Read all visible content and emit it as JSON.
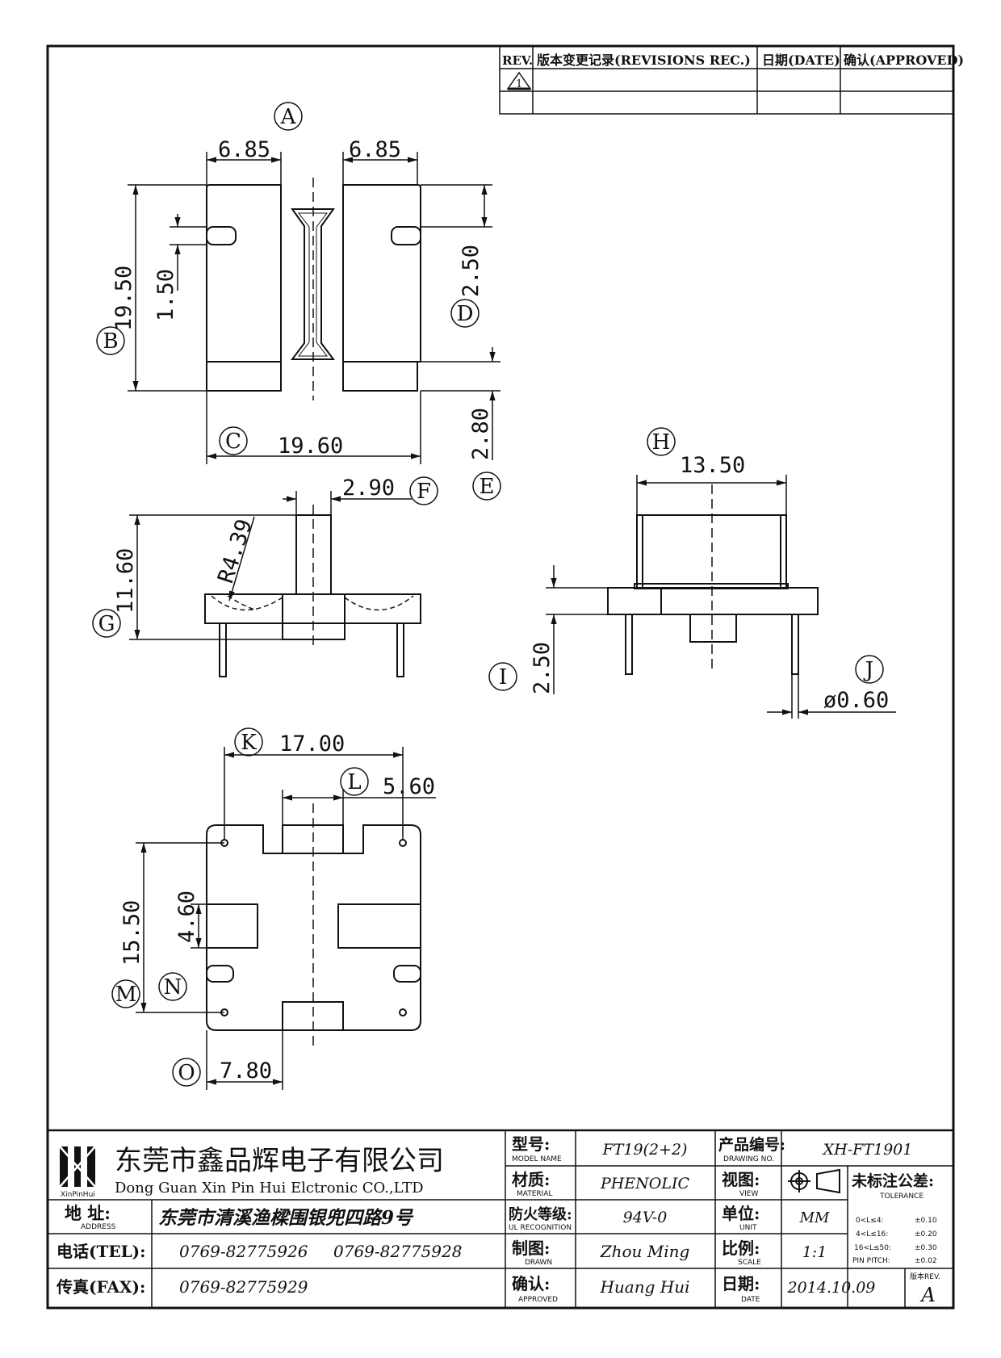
{
  "revision_table": {
    "rev_header": "REV.",
    "record_header": "版本变更记录(REVISIONS REC.)",
    "date_header": "日期(DATE)",
    "approved_header": "确认(APPROVED)",
    "row1_symbol": "1"
  },
  "views": {
    "top_view": {
      "circle_labels": [
        "A",
        "B",
        "C",
        "D",
        "E"
      ],
      "dims": {
        "left_width": "6.85",
        "right_width": "6.85",
        "height": "19.50",
        "slot_height": "1.50",
        "slot_offset": "2.50",
        "base_height": "2.80",
        "width": "19.60"
      }
    },
    "front_view": {
      "circle_labels": [
        "F",
        "G"
      ],
      "dims": {
        "shaft_width": "2.90",
        "radius": "R4.39",
        "height": "11.60"
      }
    },
    "side_view": {
      "circle_labels": [
        "H",
        "I",
        "J"
      ],
      "dims": {
        "top_width": "13.50",
        "flange_height": "2.50",
        "pin_diameter": "ø0.60"
      }
    },
    "bottom_view": {
      "circle_labels": [
        "K",
        "L",
        "M",
        "N",
        "O"
      ],
      "dims": {
        "pin_span": "17.00",
        "center_width": "5.60",
        "height": "15.50",
        "window_height": "4.60",
        "offset": "7.80"
      }
    }
  },
  "title_block": {
    "company_cn": "东莞市鑫品辉电子有限公司",
    "company_en": "Dong Guan Xin Pin Hui Elctronic CO.,LTD",
    "logo_text": "XinPinHui",
    "address_label": "地 址:",
    "address_label_en": "ADDRESS",
    "address": "东莞市清溪渔樑围银兜四路9号",
    "tel_label": "电话(TEL):",
    "tel1": "0769-82775926",
    "tel2": "0769-82775928",
    "fax_label": "传真(FAX):",
    "fax": "0769-82775929",
    "model_label": "型号:",
    "model_label_en": "MODEL NAME",
    "model": "FT19(2+2)",
    "material_label": "材质:",
    "material_label_en": "MATERIAL",
    "material": "PHENOLIC",
    "fire_label": "防火等级:",
    "fire_label_en": "UL RECOGNITION",
    "fire": "94V-0",
    "drawn_label": "制图:",
    "drawn_label_en": "DRAWN",
    "drawn": "Zhou Ming",
    "approved_label": "确认:",
    "approved_label_en": "APPROVED",
    "approved": "Huang Hui",
    "drawing_no_label": "产品编号:",
    "drawing_no_label_en": "DRAWING NO.",
    "drawing_no": "XH-FT1901",
    "view_label": "视图:",
    "view_label_en": "VIEW",
    "unit_label": "单位:",
    "unit_label_en": "UNIT",
    "unit": "MM",
    "scale_label": "比例:",
    "scale_label_en": "SCALE",
    "scale": "1:1",
    "date_label": "日期:",
    "date_label_en": "DATE",
    "date": "2014.10.09",
    "tolerance_label": "未标注公差:",
    "tolerance_label_en": "TOLERANCE",
    "tolerance_rows": [
      {
        "range": "0<L≤4:",
        "value": "±0.10"
      },
      {
        "range": "4<L≤16:",
        "value": "±0.20"
      },
      {
        "range": "16<L≤50:",
        "value": "±0.30"
      },
      {
        "range": "PIN PITCH:",
        "value": "±0.02"
      }
    ],
    "rev_label": "版本REV.",
    "rev": "A"
  }
}
